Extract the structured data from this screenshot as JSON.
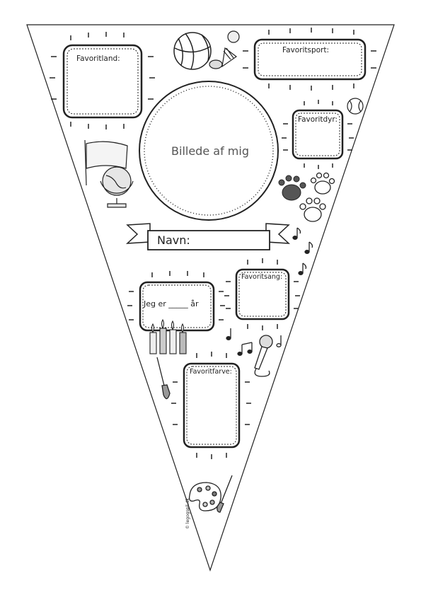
{
  "boxes": {
    "favoritland": "Favoritland:",
    "favoritsport": "Favoritsport:",
    "favoritdyr": "Favoritdyr:",
    "favoritsang": "Favoritsang:",
    "favoritfarve": "Favoritfarve:"
  },
  "photo": {
    "label": "Billede af mig"
  },
  "name_banner": {
    "label": "Navn:"
  },
  "age": {
    "label": "Jeg er _____ år"
  },
  "credit": "© legogspil.dk",
  "icons": [
    "basketball-icon",
    "shuttlecock-icon",
    "tennis-ball-icon",
    "baseball-icon",
    "flag-icon",
    "globe-icon",
    "zebra-paw-icon",
    "paw-print-icon",
    "music-note-icon",
    "birthday-candle-icon",
    "microphone-icon",
    "paintbrush-icon",
    "paint-palette-icon"
  ],
  "colors": {
    "ink": "#222222",
    "paper": "#ffffff"
  }
}
